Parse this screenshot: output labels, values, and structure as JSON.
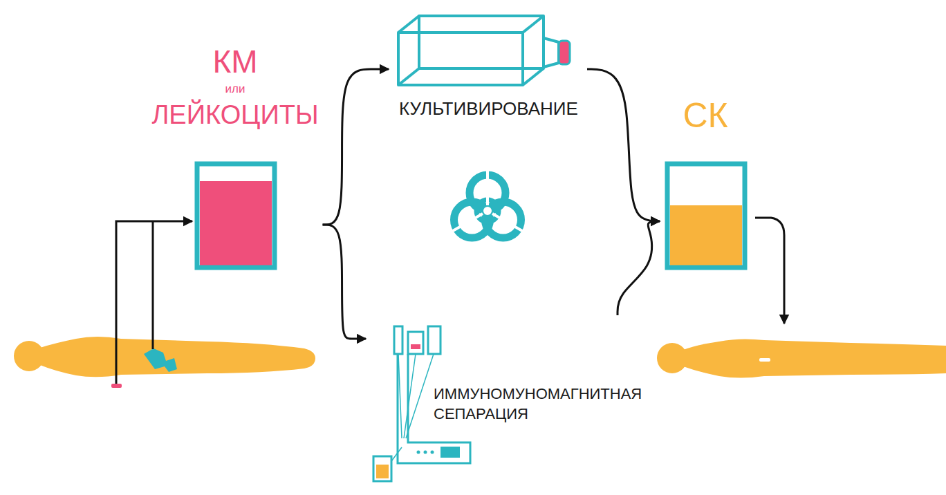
{
  "diagram": {
    "nodes": [
      {
        "text": [
          "КМ",
          "или",
          "ЛЕЙКОЦИТЫ"
        ]
      },
      {
        "text": [
          "КУЛЬТИВИРОВАНИЕ"
        ]
      },
      {
        "text": [
          "ИММУНОМУНОМАГНИТНАЯ СЕПАРАЦИЯ"
        ]
      },
      {
        "text": [
          "СК"
        ]
      }
    ],
    "edges": [
      {
        "from": 0,
        "to": 1,
        "arrow": "to"
      },
      {
        "from": 0,
        "to": 2,
        "arrow": "to"
      },
      {
        "from": 1,
        "to": 3,
        "arrow": "to"
      },
      {
        "from": 2,
        "to": 3,
        "arrow": "to"
      }
    ]
  }
}
